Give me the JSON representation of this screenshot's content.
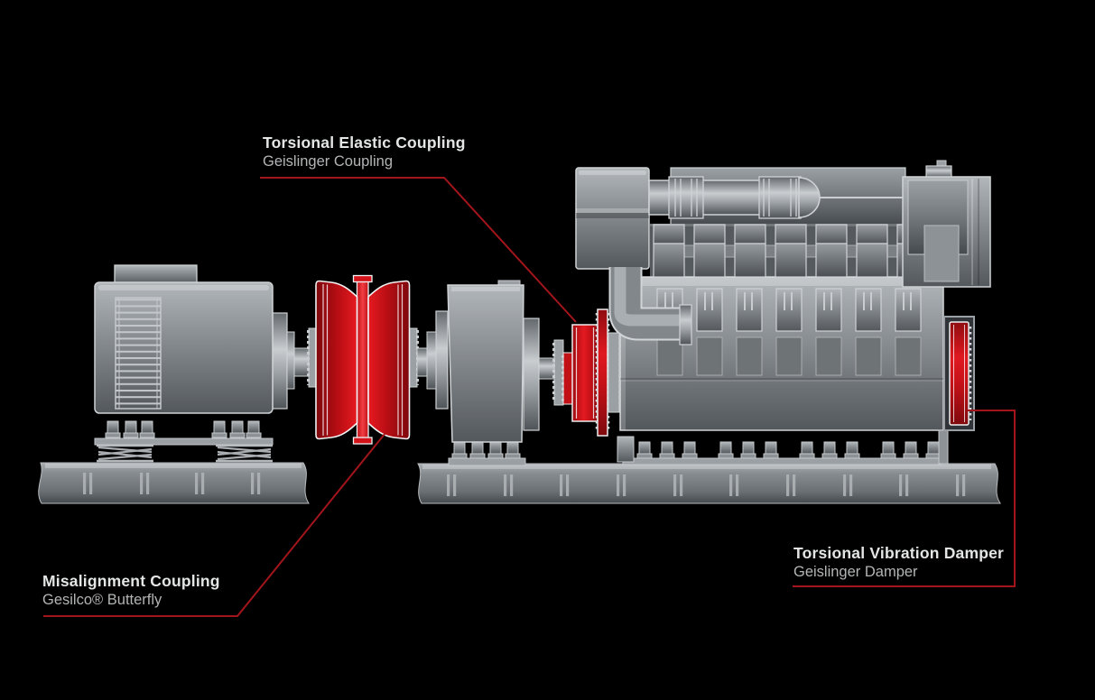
{
  "scene": {
    "background": "#000000",
    "description_colors": {
      "leader_line": "#a2151b",
      "component_red": "#d4121a",
      "machinery_gray": "#8d9296",
      "outline_gray": "#d2d5d7"
    }
  },
  "colors": {
    "leader_line": "#a2151b"
  },
  "labels": {
    "torsional_elastic_coupling": {
      "title": "Torsional Elastic Coupling",
      "subtitle": "Geislinger Coupling"
    },
    "misalignment_coupling": {
      "title": "Misalignment Coupling",
      "subtitle": "Gesilco® Butterfly"
    },
    "torsional_vibration_damper": {
      "title": "Torsional Vibration Damper",
      "subtitle": "Geislinger Damper"
    }
  }
}
